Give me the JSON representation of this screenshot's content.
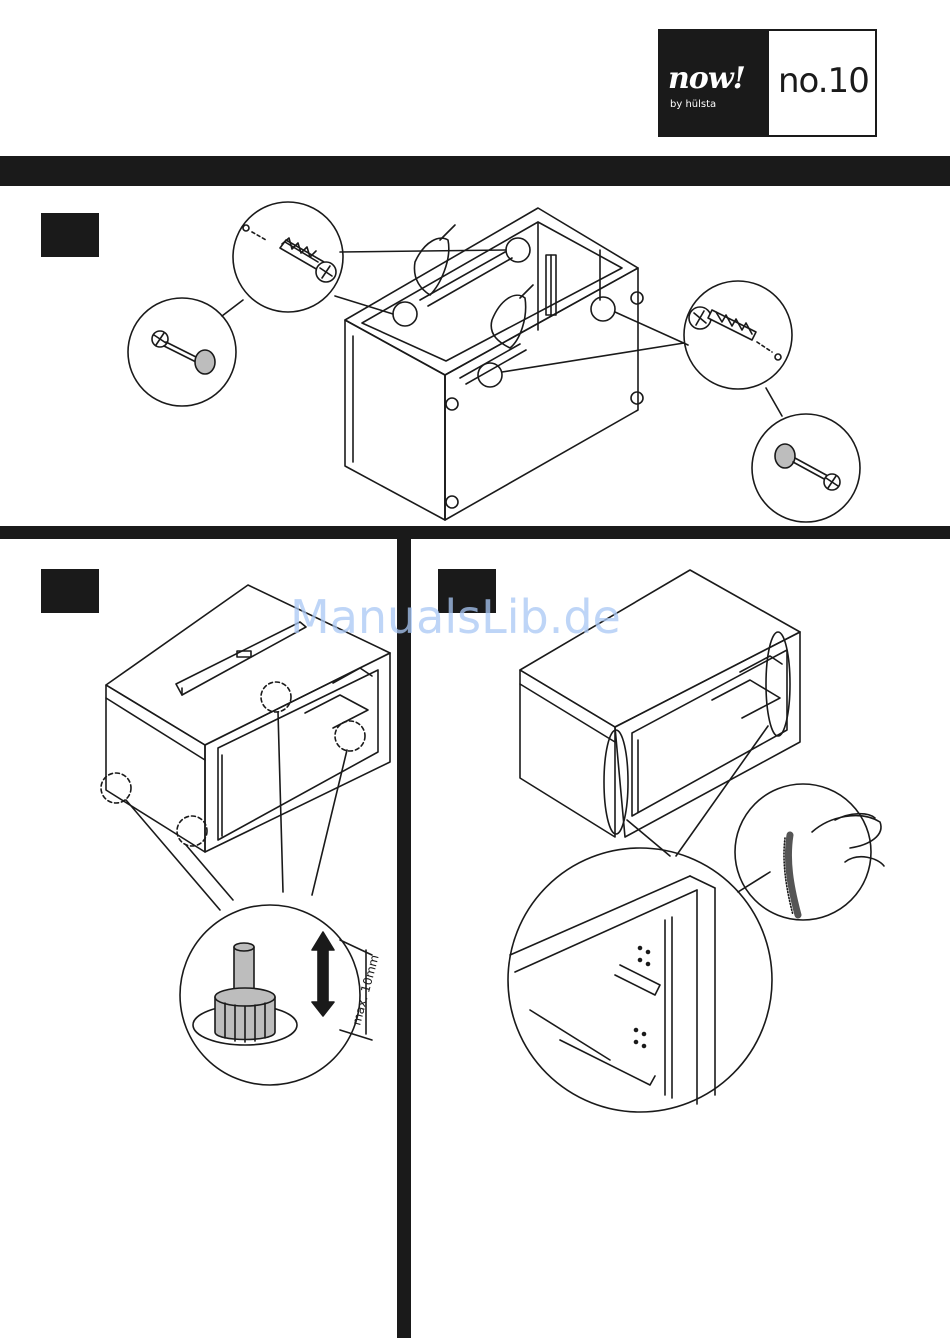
{
  "header": {
    "brand": "now!",
    "brand_sub": "by hülsta",
    "model": "no.10"
  },
  "step2": {
    "dimension_label": "max. 10mm"
  },
  "watermark": "ManualsLib.de",
  "colors": {
    "ink": "#1a1a1a",
    "paper": "#ffffff",
    "watermark": "#a9c8f5",
    "grey": "#bdbdbd"
  }
}
